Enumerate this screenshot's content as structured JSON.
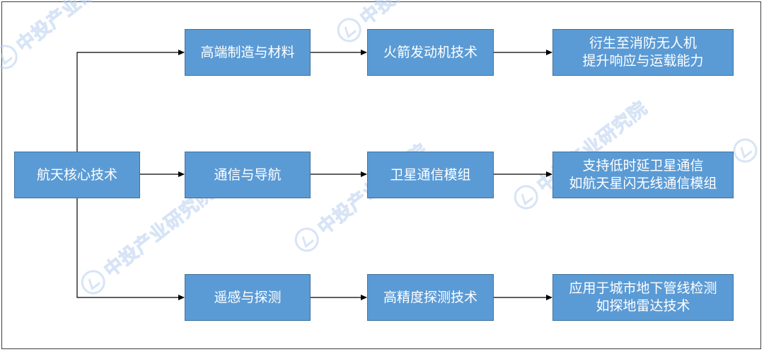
{
  "diagram": {
    "root": "航天核心技术",
    "branches": [
      {
        "area": "高端制造与材料",
        "technology": "火箭发动机技术",
        "application": "衍生至消防无人机\n提升响应与运载能力"
      },
      {
        "area": "通信与导航",
        "technology": "卫星通信模组",
        "application": "支持低时延卫星通信\n如航天星闪无线通信模组"
      },
      {
        "area": "遥感与探测",
        "technology": "高精度探测技术",
        "application": "应用于城市地下管线检测\n如探地雷达技术"
      }
    ]
  },
  "watermark": {
    "text": "中投产业研究院"
  },
  "colors": {
    "box_fill": "#5b9bd5",
    "box_border": "#41719c",
    "box_text": "#ffffff",
    "connector": "#000000",
    "watermark": "#c6d9f3"
  }
}
